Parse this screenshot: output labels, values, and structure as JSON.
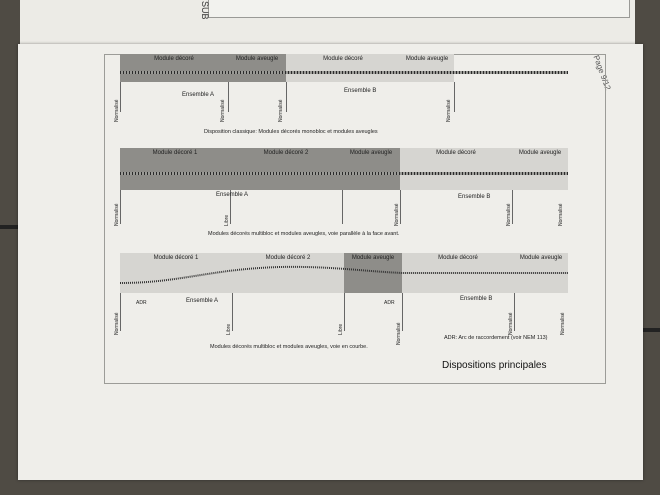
{
  "top_fragment": "SUB",
  "page_number": "Page 9/12",
  "diagram1": {
    "segments": [
      "Module décoré",
      "Module aveugle",
      "Module décoré",
      "Module aveugle"
    ],
    "ensembles": [
      "Ensemble A",
      "Ensemble B"
    ],
    "boundary": "Normalisé",
    "caption": "Disposition classique: Modules décorés monobloc et modules aveugles"
  },
  "diagram2": {
    "segments": [
      "Module décoré 1",
      "Module décoré 2",
      "Module aveugle",
      "Module décoré",
      "Module aveugle"
    ],
    "ensembles": [
      "Ensemble A",
      "Ensemble B"
    ],
    "boundary": "Normalisé",
    "libre": "Libre",
    "caption": "Modules décorés multibloc et modules aveugles, voie parallèle à la face avant."
  },
  "diagram3": {
    "segments": [
      "Module décoré 1",
      "Module décoré 2",
      "Module aveugle",
      "Module décoré",
      "Module aveugle"
    ],
    "ensembles": [
      "Ensemble A",
      "Ensemble B"
    ],
    "boundary": "Normalisé",
    "libre": "Libre",
    "adr": "ADR",
    "caption": "Modules décorés multibloc et modules aveugles, voie en courbe."
  },
  "note": "ADR: Arc de raccordement (voir NEM 113)",
  "title": "Dispositions principales"
}
